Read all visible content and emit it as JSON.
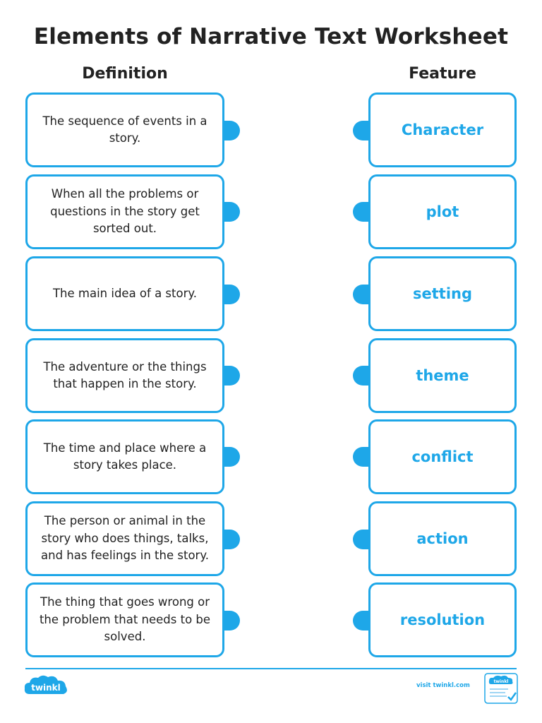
{
  "title": "Elements of Narrative Text Worksheet",
  "headers": {
    "definition": "Definition",
    "feature": "Feature"
  },
  "definitions": [
    "The sequence of events in a story.",
    "When all the problems or questions in the story get sorted out.",
    "The main idea of a story.",
    "The adventure or the things that happen in the story.",
    "The time and place where a story takes place.",
    "The person or animal in the story who does things, talks, and has feelings in the story.",
    "The thing that goes wrong or the problem that needs to be solved."
  ],
  "features": [
    "Character",
    "plot",
    "setting",
    "theme",
    "conflict",
    "action",
    "resolution"
  ],
  "footer": {
    "logo_text": "twinkl",
    "visit_text": "visit twinkl.com",
    "badge_text": "twinkl"
  },
  "colors": {
    "accent": "#1ea7e8",
    "text": "#222222"
  }
}
